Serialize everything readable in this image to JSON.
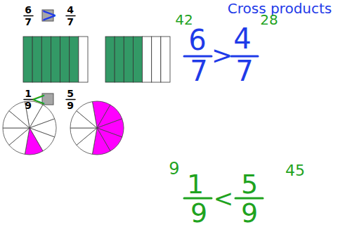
{
  "diagram": {
    "labels": [
      "Cross products",
      "6",
      "7",
      ">",
      "4",
      "7",
      "1",
      "9",
      "<",
      "5",
      "9",
      "42",
      "6",
      "7",
      ">",
      "4",
      "7",
      "28",
      "9",
      "1",
      "9",
      "<",
      "5",
      "9",
      "45"
    ]
  }
}
